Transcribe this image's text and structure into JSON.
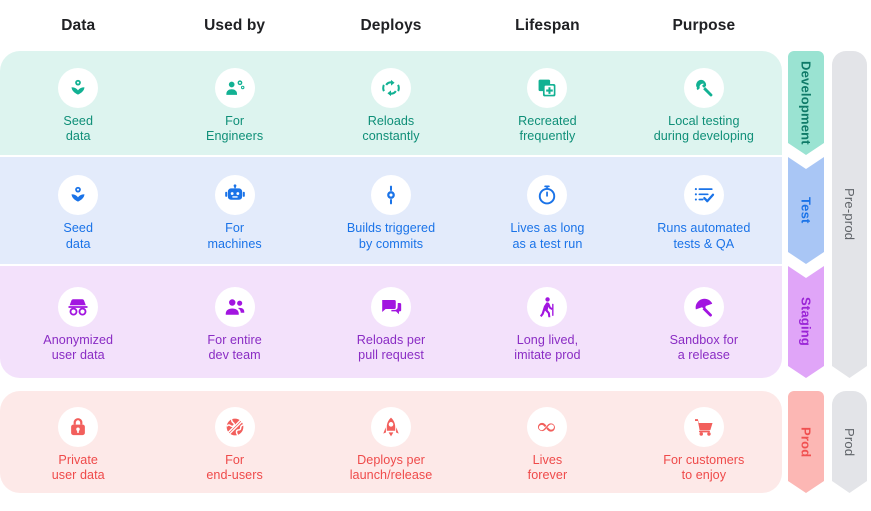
{
  "headers": [
    {
      "label": "Data"
    },
    {
      "label": "Used by"
    },
    {
      "label": "Deploys"
    },
    {
      "label": "Lifespan"
    },
    {
      "label": "Purpose"
    }
  ],
  "environments": [
    {
      "name": "Development",
      "chevron_label": "Development",
      "row_bg": "#ddf4ef",
      "accent": "#12b193",
      "text": "#0f8f78",
      "chevron_bg": "#9ae3d2",
      "chevron_text": "#0f7a68",
      "cells": [
        {
          "icon": "seed-data-icon",
          "label": "Seed\ndata"
        },
        {
          "icon": "engineer-gear-icon",
          "label": "For\nEngineers"
        },
        {
          "icon": "reload-sync-icon",
          "label": "Reloads\nconstantly"
        },
        {
          "icon": "add-copy-icon",
          "label": "Recreated\nfrequently"
        },
        {
          "icon": "wrench-icon",
          "label": "Local testing\nduring developing"
        }
      ]
    },
    {
      "name": "Test",
      "chevron_label": "Test",
      "row_bg": "#e3ebfb",
      "accent": "#1a73e8",
      "text": "#1a73e8",
      "chevron_bg": "#a9c6f5",
      "chevron_text": "#1a73e8",
      "cells": [
        {
          "icon": "seed-data-icon",
          "label": "Seed\ndata"
        },
        {
          "icon": "robot-icon",
          "label": "For\nmachines"
        },
        {
          "icon": "git-commit-icon",
          "label": "Builds triggered\nby commits"
        },
        {
          "icon": "stopwatch-icon",
          "label": "Lives as long\nas a test run"
        },
        {
          "icon": "checklist-icon",
          "label": "Runs automated\ntests & QA"
        }
      ]
    },
    {
      "name": "Staging",
      "chevron_label": "Staging",
      "row_bg": "#f3e1fb",
      "accent": "#a215e0",
      "text": "#8a2cc4",
      "chevron_bg": "#e0a5f8",
      "chevron_text": "#9a24d6",
      "cells": [
        {
          "icon": "incognito-icon",
          "label": "Anonymized\nuser data"
        },
        {
          "icon": "people-group-icon",
          "label": "For entire\ndev team"
        },
        {
          "icon": "chat-bubbles-icon",
          "label": "Reloads per\npull request"
        },
        {
          "icon": "elderly-walking-icon",
          "label": "Long lived,\nimitate prod"
        },
        {
          "icon": "beach-umbrella-icon",
          "label": "Sandbox for\na release"
        }
      ]
    },
    {
      "name": "Prod",
      "chevron_label": "Prod",
      "row_bg": "#fde9e8",
      "accent": "#f25f5c",
      "text": "#ef4a4a",
      "chevron_bg": "#fcb7b4",
      "chevron_text": "#f05050",
      "cells": [
        {
          "icon": "lock-icon",
          "label": "Private\nuser data"
        },
        {
          "icon": "globe-slash-icon",
          "label": "For\nend-users"
        },
        {
          "icon": "rocket-icon",
          "label": "Deploys per\nlaunch/release"
        },
        {
          "icon": "infinity-icon",
          "label": "Lives\nforever"
        },
        {
          "icon": "shopping-cart-icon",
          "label": "For customers\nto enjoy"
        }
      ]
    }
  ],
  "groups": [
    {
      "label": "Pre-prod"
    },
    {
      "label": "Prod"
    }
  ]
}
